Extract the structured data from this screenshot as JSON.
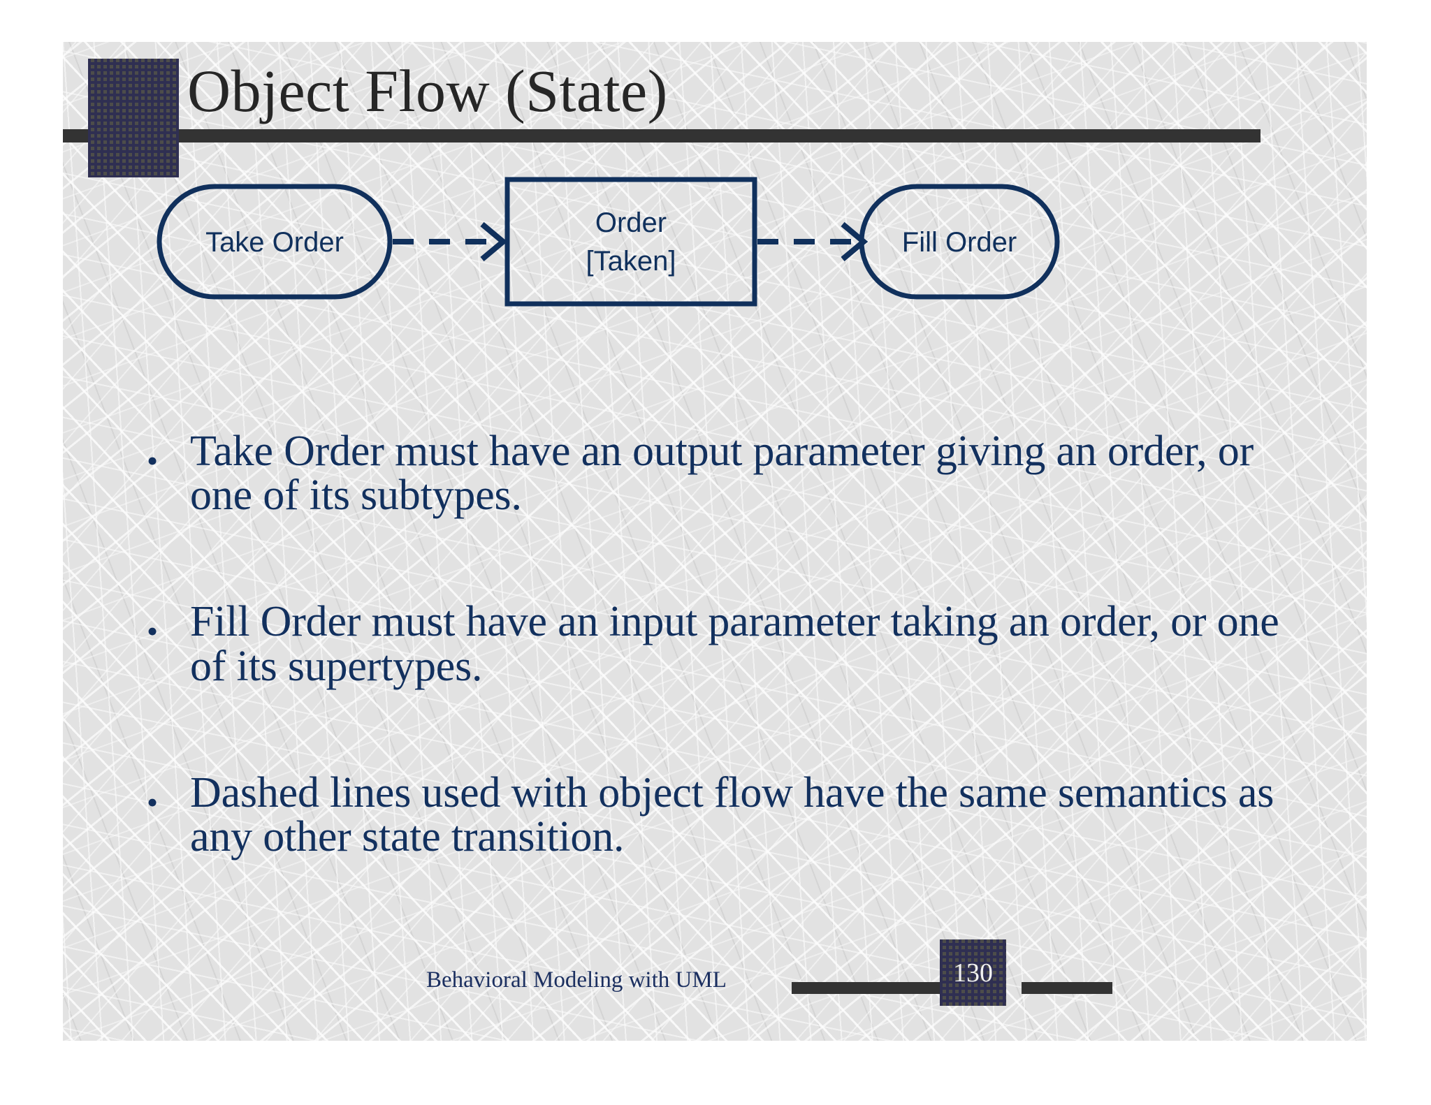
{
  "slide": {
    "title": "Object Flow (State)",
    "diagram": {
      "type": "uml-activity-object-flow",
      "nodes": [
        {
          "id": "take-order",
          "shape": "stadium",
          "label": "Take Order"
        },
        {
          "id": "order-object",
          "shape": "rectangle",
          "label_line1": "Order",
          "label_line2": "[Taken]"
        },
        {
          "id": "fill-order",
          "shape": "stadium",
          "label": "Fill Order"
        }
      ],
      "edges": [
        {
          "from": "take-order",
          "to": "order-object",
          "style": "dashed",
          "arrowhead": "open"
        },
        {
          "from": "order-object",
          "to": "fill-order",
          "style": "dashed",
          "arrowhead": "open"
        }
      ],
      "stroke_color": "#10305c"
    },
    "bullets": [
      {
        "marker": "•",
        "text": "Take Order must have an output parameter giving an order, or one of its subtypes."
      },
      {
        "marker": "•",
        "text": "Fill Order must have an input parameter taking an order, or one of its supertypes."
      },
      {
        "marker": "•",
        "text": "Dashed lines used with object flow have the same semantics as any other state transition."
      }
    ],
    "footer": {
      "text": "Behavioral Modeling with UML",
      "page_number": "130"
    },
    "colors": {
      "background": "#e2e2e2",
      "title_text": "#262626",
      "body_text": "#12305e",
      "diagram_stroke": "#10305c",
      "rule": "#333333",
      "block_dark": "#4d4d4a",
      "block_navy": "#2f2f52",
      "page_number_text": "#f2f2f2"
    }
  }
}
